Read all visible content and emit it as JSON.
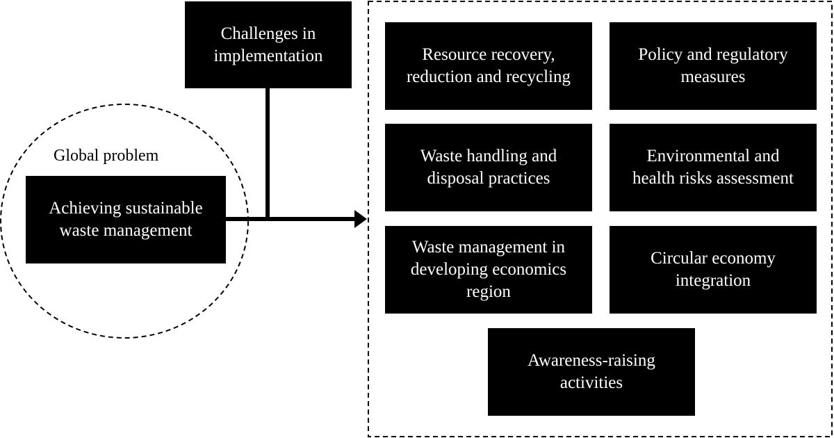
{
  "diagram": {
    "global_problem_label": "Global problem",
    "central_box": "Achieving sustainable\nwaste management",
    "challenges_box": "Challenges in\nimplementation",
    "topics": [
      "Resource recovery,\nreduction and recycling",
      "Policy and regulatory\nmeasures",
      "Waste handling and\ndisposal practices",
      "Environmental and\nhealth risks assessment",
      "Waste management in\ndeveloping economics\nregion",
      "Circular economy\nintegration",
      "Awareness-raising\nactivities"
    ]
  }
}
